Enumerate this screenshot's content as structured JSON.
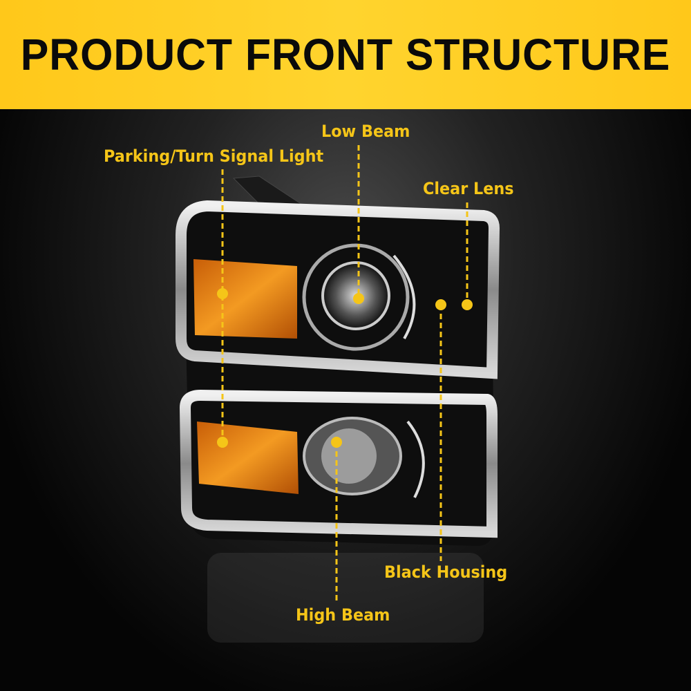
{
  "header": {
    "title": "PRODUCT FRONT STRUCTURE"
  },
  "callouts": {
    "parking": "Parking/Turn Signal Light",
    "low_beam": "Low Beam",
    "clear_lens": "Clear Lens",
    "black_housing": "Black Housing",
    "high_beam": "High Beam"
  },
  "colors": {
    "accent": "#f5c518",
    "header_bg": "#ffcc1f",
    "amber": "#e8870f"
  }
}
